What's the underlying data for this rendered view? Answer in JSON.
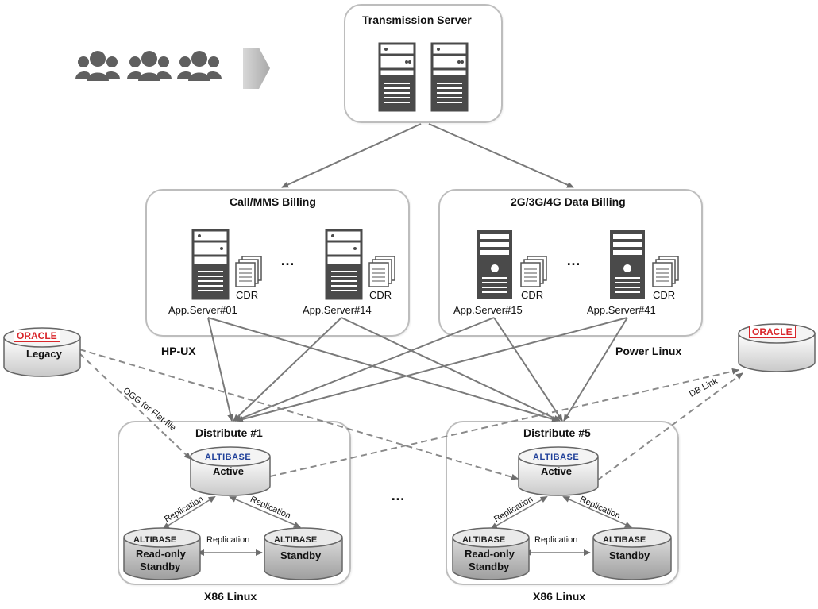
{
  "transmission": {
    "title": "Transmission Server"
  },
  "call_billing": {
    "title": "Call/MMS Billing",
    "server_left": "App.Server#01",
    "server_right": "App.Server#14",
    "cdr": "CDR",
    "ellipsis": "…",
    "platform": "HP-UX"
  },
  "data_billing": {
    "title": "2G/3G/4G Data Billing",
    "server_left": "App.Server#15",
    "server_right": "App.Server#41",
    "cdr": "CDR",
    "ellipsis": "…",
    "platform": "Power Linux"
  },
  "legacy_db": {
    "brand": "ORACLE",
    "label": "Legacy"
  },
  "oracle_db": {
    "brand": "ORACLE"
  },
  "links": {
    "ogg": "OGG for Flat-file",
    "dblink": "DB Link"
  },
  "distribute1": {
    "title": "Distribute #1",
    "brand": "ALTIBASE",
    "active": "Active",
    "readonly_line1": "Read-only",
    "readonly_line2": "Standby",
    "standby": "Standby",
    "rep_left": "Replication",
    "rep_right": "Replication",
    "rep_bottom": "Replication",
    "platform": "X86 Linux"
  },
  "distribute5": {
    "title": "Distribute #5",
    "brand": "ALTIBASE",
    "active": "Active",
    "readonly_line1": "Read-only",
    "readonly_line2": "Standby",
    "standby": "Standby",
    "rep_left": "Replication",
    "rep_right": "Replication",
    "rep_bottom": "Replication",
    "platform": "X86 Linux"
  },
  "middle_ellipsis": "…",
  "colors": {
    "line": "#7a7a7a",
    "box_border": "#bdbdbd",
    "oracle_red": "#d9262b",
    "altibase_blue": "#1f3f99",
    "icon": "#5b5b5b"
  }
}
